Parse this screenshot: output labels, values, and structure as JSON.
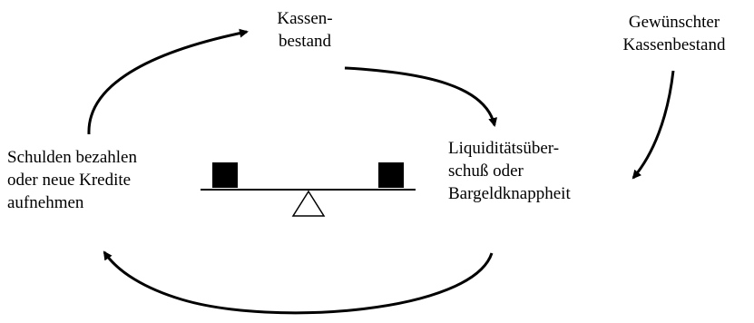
{
  "nodes": {
    "cash_balance": {
      "lines": [
        "Kassen-",
        "bestand"
      ]
    },
    "desired_cash_balance": {
      "lines": [
        "Gewünschter",
        "Kassenbestand"
      ]
    },
    "liquidity": {
      "lines": [
        "Liquiditätsüber-",
        "schuß oder",
        "Bargeldknappheit"
      ]
    },
    "debt_action": {
      "lines": [
        "Schulden bezahlen",
        "oder neue Kredite",
        "aufnehmen"
      ]
    }
  },
  "colors": {
    "ink": "#000000",
    "background": "#ffffff"
  },
  "icons": [
    "balance-scale-icon",
    "arrow-icon"
  ]
}
